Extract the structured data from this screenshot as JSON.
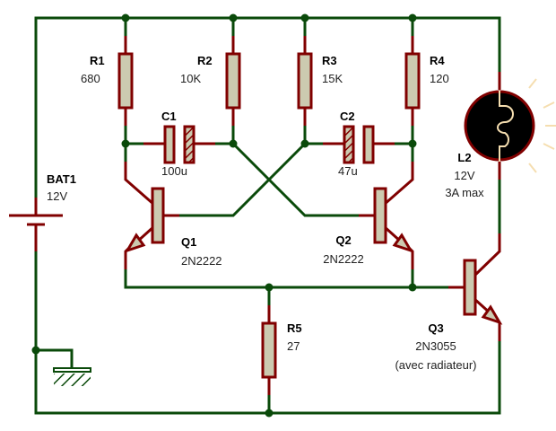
{
  "colors": {
    "wire": "#0a4a0a",
    "pin": "#800000",
    "body": "#cccab0",
    "lamp_glow": "#f5deb0"
  },
  "components": {
    "R1": {
      "ref": "R1",
      "value": "680"
    },
    "R2": {
      "ref": "R2",
      "value": "10K"
    },
    "R3": {
      "ref": "R3",
      "value": "15K"
    },
    "R4": {
      "ref": "R4",
      "value": "120"
    },
    "R5": {
      "ref": "R5",
      "value": "27"
    },
    "C1": {
      "ref": "C1",
      "value": "100u"
    },
    "C2": {
      "ref": "C2",
      "value": "47u"
    },
    "BAT1": {
      "ref": "BAT1",
      "value": "12V"
    },
    "L2": {
      "ref": "L2",
      "value": "12V",
      "note": "3A max"
    },
    "Q1": {
      "ref": "Q1",
      "value": "2N2222"
    },
    "Q2": {
      "ref": "Q2",
      "value": "2N2222"
    },
    "Q3": {
      "ref": "Q3",
      "value": "2N3055",
      "note": "(avec radiateur)"
    }
  }
}
